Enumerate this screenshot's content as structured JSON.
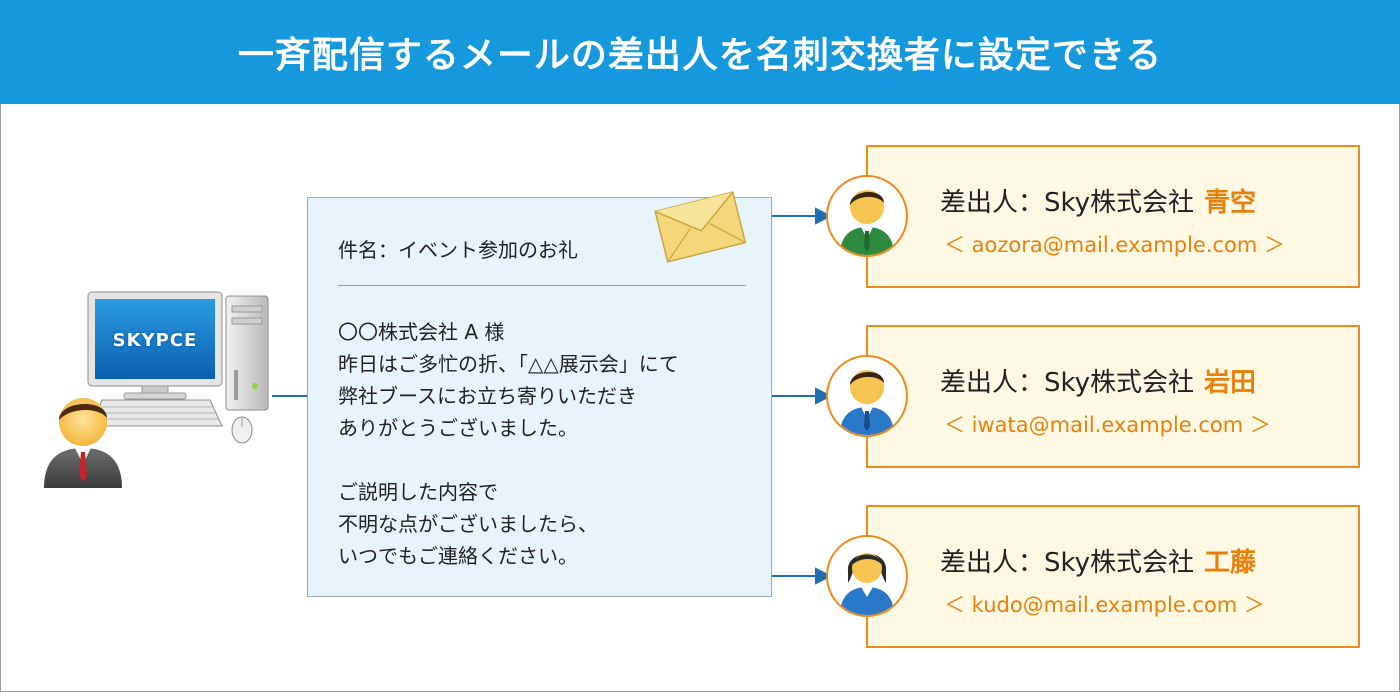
{
  "title": "一斉配信するメールの差出人を名刺交換者に設定できる",
  "computer": {
    "screen_text": "SKYPCE"
  },
  "icons": {
    "sender_user": "businessman-icon",
    "computer": "desktop-computer-icon",
    "envelope": "envelope-icon"
  },
  "mail": {
    "subject": "件名：イベント参加のお礼",
    "body_lines": [
      "〇〇株式会社 A 様",
      "昨日はご多忙の折、「△△展示会」にて",
      "弊社ブースにお立ち寄りいただき",
      "ありがとうございました。",
      "",
      "ご説明した内容で",
      "不明な点がございましたら、",
      "いつでもご連絡ください。"
    ]
  },
  "recipients": [
    {
      "prefix": "差出人：Sky株式会社",
      "name": "青空",
      "email": "＜ aozora@mail.example.com ＞",
      "avatar": "male-green-suit-icon"
    },
    {
      "prefix": "差出人：Sky株式会社",
      "name": "岩田",
      "email": "＜ iwata@mail.example.com ＞",
      "avatar": "male-blue-suit-icon"
    },
    {
      "prefix": "差出人：Sky株式会社",
      "name": "工藤",
      "email": "＜ kudo@mail.example.com ＞",
      "avatar": "female-blue-suit-icon"
    }
  ],
  "colors": {
    "banner": "#1699dc",
    "mail_bg": "#e8f4fc",
    "card_bg": "#fff9e4",
    "card_border": "#f08a1c",
    "accent_orange": "#e8800a",
    "connector": "#1f6fb5"
  }
}
